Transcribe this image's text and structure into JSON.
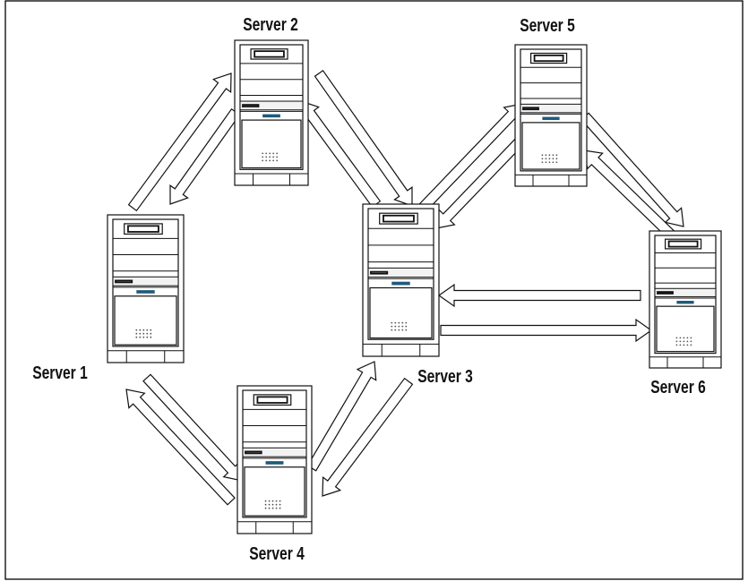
{
  "diagram": {
    "type": "network-topology",
    "servers": [
      {
        "id": "s1",
        "label": "Server 1"
      },
      {
        "id": "s2",
        "label": "Server 2"
      },
      {
        "id": "s3",
        "label": "Server 3"
      },
      {
        "id": "s4",
        "label": "Server 4"
      },
      {
        "id": "s5",
        "label": "Server 5"
      },
      {
        "id": "s6",
        "label": "Server 6"
      }
    ],
    "links": [
      {
        "from": "s1",
        "to": "s2"
      },
      {
        "from": "s2",
        "to": "s1"
      },
      {
        "from": "s2",
        "to": "s3"
      },
      {
        "from": "s3",
        "to": "s2"
      },
      {
        "from": "s3",
        "to": "s5"
      },
      {
        "from": "s5",
        "to": "s3"
      },
      {
        "from": "s5",
        "to": "s6"
      },
      {
        "from": "s6",
        "to": "s5"
      },
      {
        "from": "s6",
        "to": "s3"
      },
      {
        "from": "s3",
        "to": "s6"
      },
      {
        "from": "s1",
        "to": "s4"
      },
      {
        "from": "s4",
        "to": "s1"
      },
      {
        "from": "s4",
        "to": "s3"
      },
      {
        "from": "s3",
        "to": "s4"
      }
    ]
  }
}
